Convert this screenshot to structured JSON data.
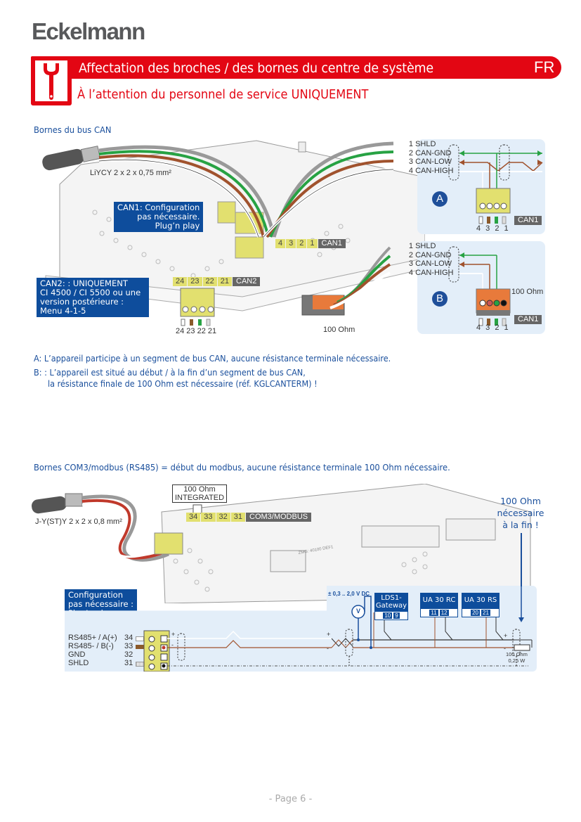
{
  "brand": "Eckelmann",
  "header": {
    "title": "Affectation des broches / des bornes du centre de système",
    "language": "FR",
    "subtitle": "À l’attention du personnel de service UNIQUEMENT",
    "icon": "wrench-icon",
    "accent_color": "#e30613"
  },
  "can_section": {
    "title": "Bornes du bus CAN",
    "cable_label": "LiYCY 2 x 2 x 0,75 mm²",
    "can1_box": [
      "CAN1: Configuration",
      "pas nécessaire.",
      "Plug’n play"
    ],
    "can2_box": [
      "CAN2: : UNIQUEMENT",
      "CI 4500 / CI 5500 ou une",
      "version postérieure :",
      "Menu 4-1-5"
    ],
    "can1_terminals": [
      "4",
      "3",
      "2",
      "1"
    ],
    "can1_label": "CAN1",
    "can2_terminals": [
      "24",
      "23",
      "22",
      "21"
    ],
    "can2_label": "CAN2",
    "can2_pin_numbers": "24 23 22 21",
    "resistor_label": "100 Ohm",
    "pins": [
      {
        "num": "1",
        "name": "SHLD"
      },
      {
        "num": "2",
        "name": "CAN-GND"
      },
      {
        "num": "3",
        "name": "CAN-LOW"
      },
      {
        "num": "4",
        "name": "CAN-HIGH"
      }
    ],
    "panel_a": {
      "badge": "A",
      "connector_label": "CAN1",
      "pin_numbers": "4 3 2 1"
    },
    "panel_b": {
      "badge": "B",
      "connector_label": "CAN1",
      "pin_numbers": "4 3 2 1",
      "resistor": "100 Ohm"
    },
    "notes": [
      "A: L’appareil participe à un segment de bus CAN, aucune résistance terminale nécessaire.",
      "B: : L’appareil est situé au début / à la fin d’un segment de bus CAN,",
      "la résistance finale de 100 Ohm est nécessaire (réf. KGLCANTERM) !"
    ]
  },
  "modbus_section": {
    "title": "Bornes COM3/modbus (RS485) = début du modbus, aucune résistance terminale 100 Ohm nécessaire.",
    "cable_label": "J-Y(ST)Y 2 x 2 x 0,8 mm²",
    "integrated_box": [
      "100 Ohm",
      "INTEGRATED"
    ],
    "terminals": [
      "34",
      "33",
      "32",
      "31"
    ],
    "terminal_label": "COM3/MODBUS",
    "end_note": [
      "100 Ohm",
      "nécessaire",
      "à la fin !"
    ],
    "config_box": [
      "Configuration",
      "pas nécessaire :",
      "Plug’n play"
    ],
    "pins": [
      {
        "name": "RS485+ / A(+)",
        "num": "34"
      },
      {
        "name": "RS485-  / B(-)",
        "num": "33"
      },
      {
        "name": "GND",
        "num": "32"
      },
      {
        "name": "SHLD",
        "num": "31"
      }
    ],
    "voltage": "± 0,3 .. 2,0 V DC",
    "voltmeter": "V",
    "devices": [
      {
        "name": [
          "LDS1-",
          "Gateway"
        ],
        "minus": "10",
        "plus": "9"
      },
      {
        "name": [
          "UA 30 RC"
        ],
        "minus": "11",
        "plus": "12"
      },
      {
        "name": [
          "UA 30 RS"
        ],
        "minus": "20",
        "plus": "21"
      }
    ],
    "end_resistor": [
      "100 Ohm",
      "0,25 W"
    ],
    "plus": "+",
    "minus": "-",
    "device_label": "ZMG: 40100 DEF1"
  },
  "footer": {
    "page": "- Page 6 -"
  }
}
